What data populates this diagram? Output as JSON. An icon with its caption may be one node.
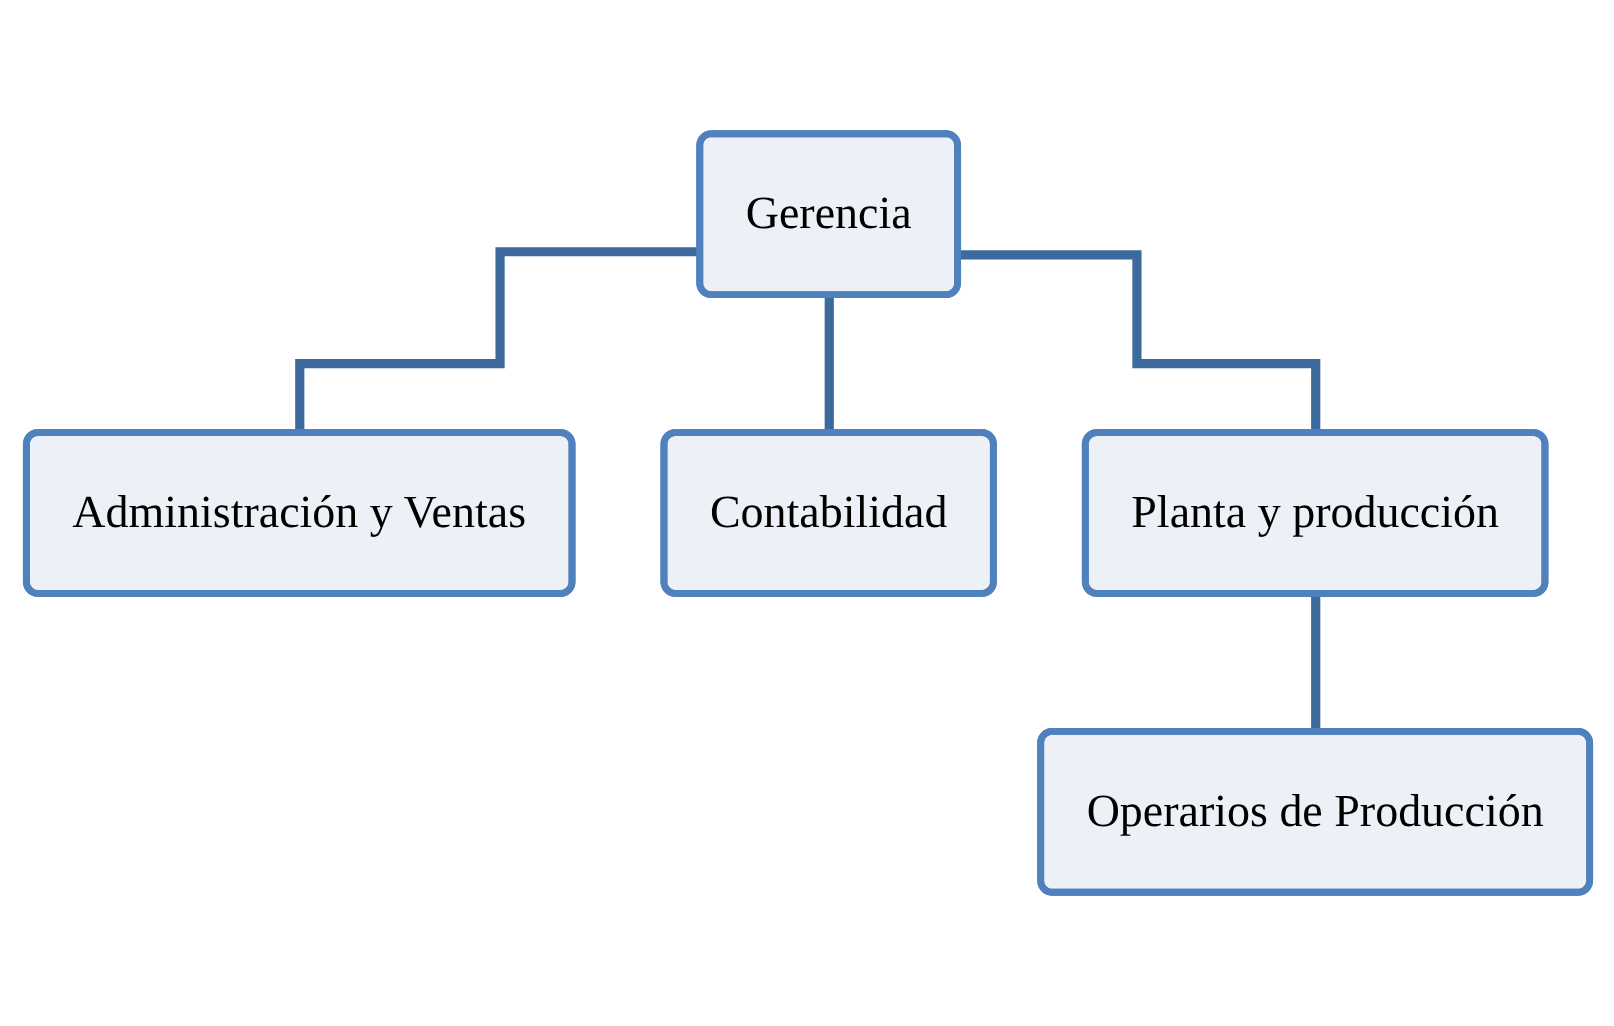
{
  "diagram": {
    "nodes": [
      {
        "text": [
          "Gerencia"
        ]
      },
      {
        "text": [
          "Administración y Ventas"
        ]
      },
      {
        "text": [
          "Contabilidad"
        ]
      },
      {
        "text": [
          "Planta y producción"
        ]
      },
      {
        "text": [
          "Operarios de Producción"
        ]
      }
    ],
    "edges": [
      {
        "from": 0,
        "to": 1,
        "arrow": "none"
      },
      {
        "from": 0,
        "to": 2,
        "arrow": "none"
      },
      {
        "from": 0,
        "to": 3,
        "arrow": "none"
      },
      {
        "from": 3,
        "to": 4,
        "arrow": "none"
      }
    ]
  }
}
